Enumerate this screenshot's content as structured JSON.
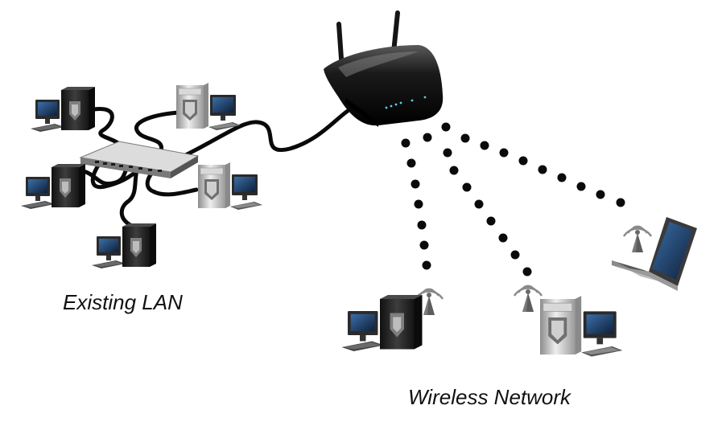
{
  "labels": {
    "existing_lan": "Existing LAN",
    "wireless_network": "Wireless Network"
  },
  "colors": {
    "cable": "#0a0a0a",
    "signal_dots": "#0a0a0a",
    "device_body": "#2a2a2a",
    "device_silver": "#c9c9c9",
    "screen": "#1d3f6e"
  },
  "nodes": {
    "router": "wireless-router",
    "switch": "network-switch",
    "wired_computers": [
      "desktop-computer",
      "desktop-computer",
      "desktop-computer",
      "desktop-computer",
      "desktop-computer"
    ],
    "wireless_devices": [
      "desktop-computer",
      "desktop-computer",
      "laptop-computer"
    ]
  }
}
